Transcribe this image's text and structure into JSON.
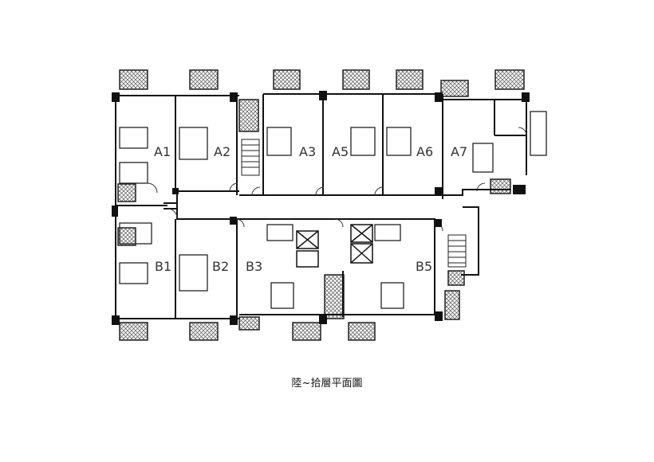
{
  "plan": {
    "caption": "陸~拾層平面圖",
    "units_north": [
      "A1",
      "A2",
      "A3",
      "A5",
      "A6",
      "A7"
    ],
    "units_south": [
      "B1",
      "B2",
      "B3",
      "B5"
    ],
    "colors": {
      "wall": "#111111",
      "hatch": "#555555",
      "line": "#222222"
    }
  }
}
